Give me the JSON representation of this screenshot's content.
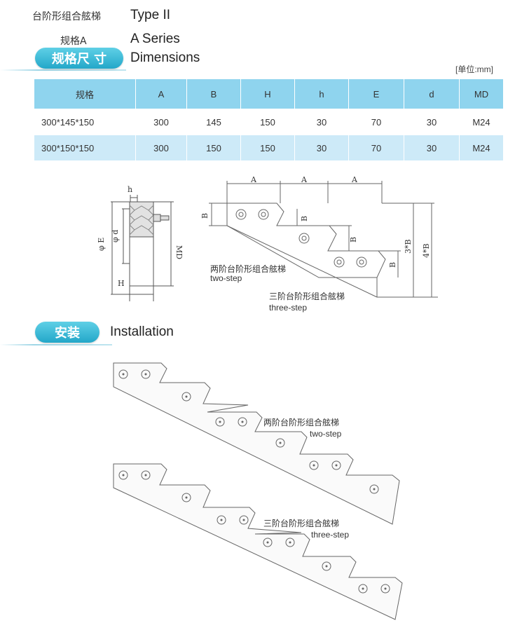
{
  "header": {
    "type_cn": "台阶形组合舷梯",
    "type_en": "Type II",
    "series_cn": "规格A",
    "series_en": "A Series",
    "dimensions_pill": "规格尺 寸",
    "dimensions_en": "Dimensions",
    "unit": "[单位:mm]"
  },
  "table": {
    "headers": [
      "规格",
      "A",
      "B",
      "H",
      "h",
      "E",
      "d",
      "MD"
    ],
    "rows": [
      [
        "300*145*150",
        "300",
        "145",
        "150",
        "30",
        "70",
        "30",
        "M24"
      ],
      [
        "300*150*150",
        "300",
        "150",
        "150",
        "30",
        "70",
        "30",
        "M24"
      ]
    ]
  },
  "drawing": {
    "side": {
      "h": "h",
      "phiE": "φ E",
      "phid": "φ d",
      "MD": "MD",
      "H": "H"
    },
    "steps": {
      "A": "A",
      "B": "B",
      "B3": "3*B",
      "B4": "4*B",
      "two_cn": "两阶台阶形组合舷梯",
      "two_en": "two-step",
      "three_cn": "三阶台阶形组合舷梯",
      "three_en": "three-step"
    }
  },
  "installation": {
    "pill": "安装",
    "title_en": "Installation",
    "two_cn": "两阶台阶形组合舷梯",
    "two_en": "two-step",
    "three_cn": "三阶台阶形组合舷梯",
    "three_en": "three-step"
  },
  "colors": {
    "accent": "#23a7c9",
    "table_header": "#8fd4ee",
    "table_alt": "#cdeaf8"
  }
}
